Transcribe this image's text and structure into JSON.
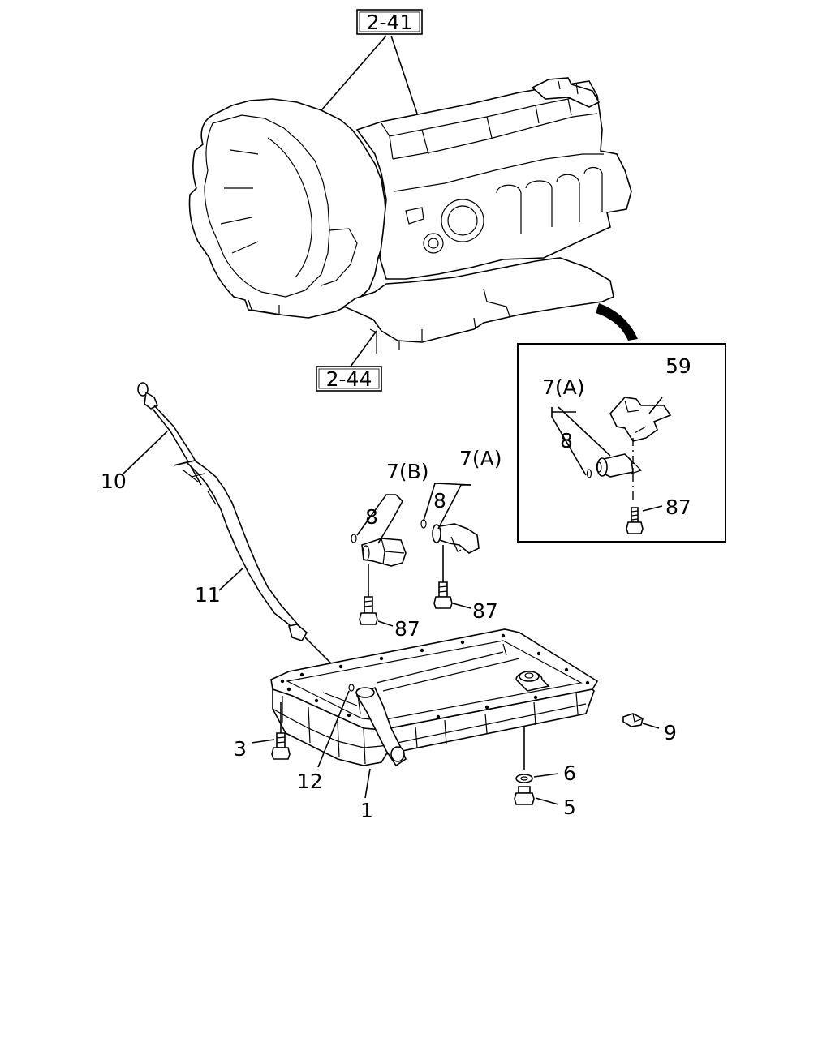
{
  "references": {
    "ref_transmission": "2-41",
    "ref_valve_body": "2-44"
  },
  "callouts": {
    "c1": "1",
    "c3": "3",
    "c5": "5",
    "c6": "6",
    "c9": "9",
    "c10": "10",
    "c11": "11",
    "c12": "12",
    "c7b": "7(B)",
    "c8_b": "8",
    "c87_b": "87",
    "c7a": "7(A)",
    "c8_a": "8",
    "c87_a": "87",
    "inset_c7a": "7(A)",
    "inset_c8": "8",
    "inset_c59": "59",
    "inset_c87": "87"
  }
}
